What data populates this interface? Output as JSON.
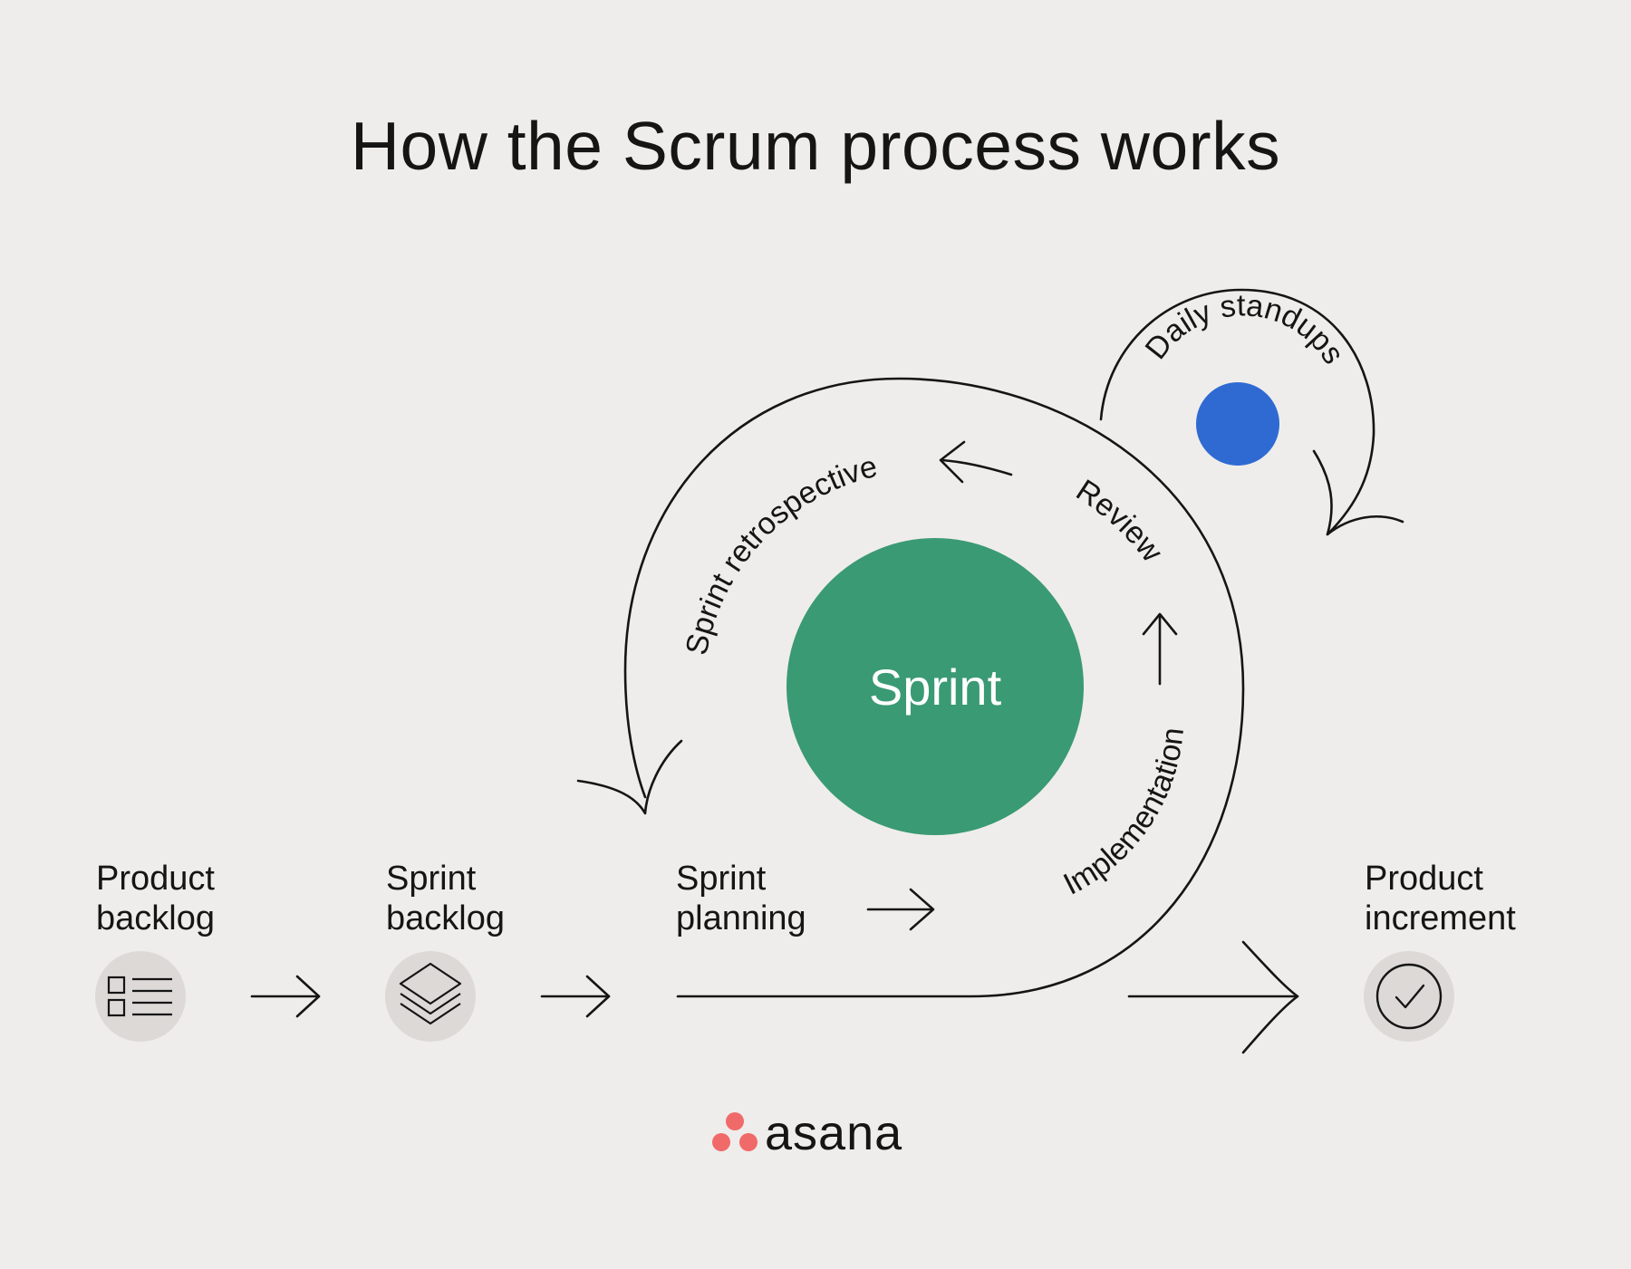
{
  "title": "How the Scrum process works",
  "steps": [
    {
      "lines": [
        "Product",
        "backlog"
      ],
      "icon": "list-icon"
    },
    {
      "lines": [
        "Sprint",
        "backlog"
      ],
      "icon": "layers-icon"
    },
    {
      "lines": [
        "Sprint",
        "planning"
      ],
      "icon": null
    },
    {
      "lines": [
        "Product",
        "increment"
      ],
      "icon": "checkmark-icon"
    }
  ],
  "cycle": {
    "center_label": "Sprint",
    "stages": [
      "Implementation",
      "Review",
      "Sprint retrospective"
    ],
    "loop_label": "Daily standups"
  },
  "brand": {
    "name": "asana"
  },
  "colors": {
    "background": "#efedeb",
    "sprint_green": "#3a9a74",
    "standup_blue": "#2f6ad3",
    "icon_circle": "#dcd9d6",
    "ink": "#151515",
    "brand_coral": "#f06a6a"
  }
}
